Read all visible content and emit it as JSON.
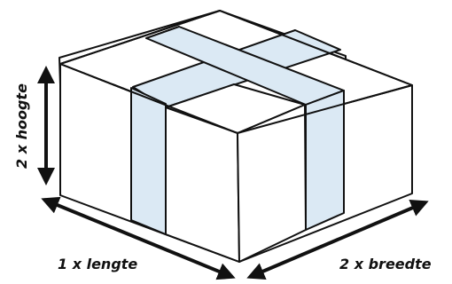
{
  "labels": {
    "height": "2 x hoogte",
    "length": "1 x lengte",
    "width": "2 x breedte"
  },
  "colors": {
    "outline": "#111111",
    "box_fill": "#ffffff",
    "strap_fill": "#dbe9f4",
    "background": "#ffffff"
  },
  "icons": [
    "double-arrow-icon",
    "double-arrow-icon",
    "double-arrow-icon"
  ]
}
